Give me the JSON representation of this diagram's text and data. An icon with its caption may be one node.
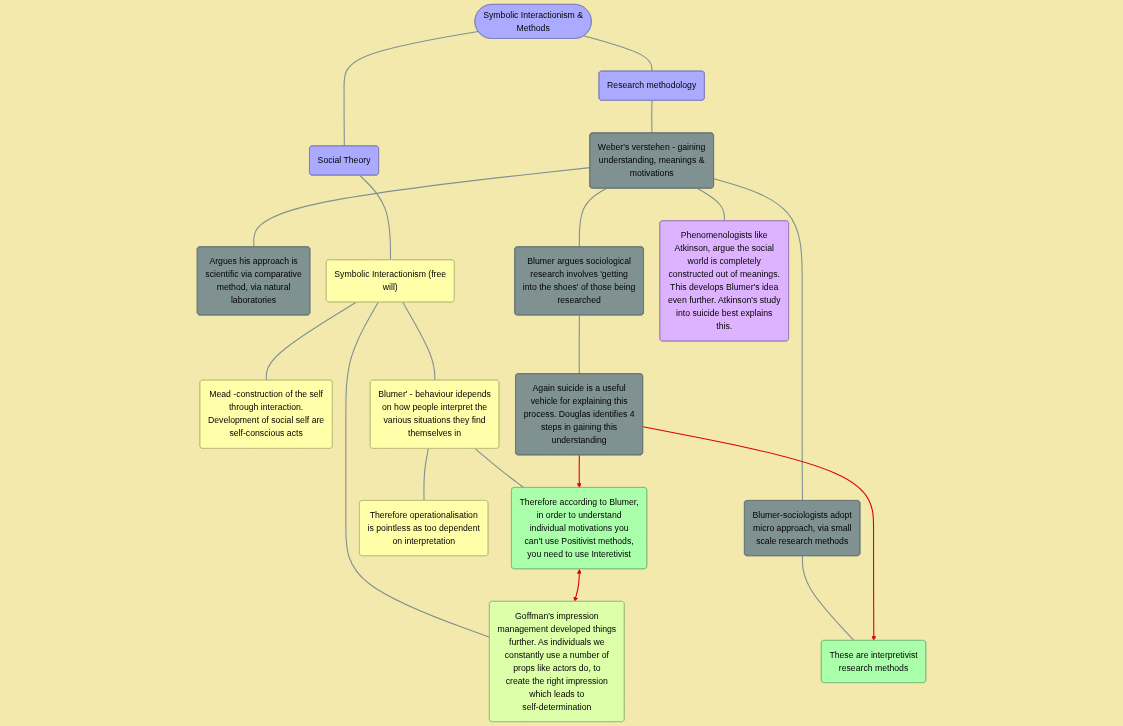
{
  "diagram": {
    "nodes": [
      {
        "text": [
          "Symbolic Interactionism & Methods"
        ]
      },
      {
        "text": [
          "Social Theory"
        ]
      },
      {
        "text": [
          "Research methodology"
        ]
      },
      {
        "text": [
          "Weber's verstehen - gaining understanding, meanings & motivations"
        ]
      },
      {
        "text": [
          "Argues his approach is scientific via comparative method, via natural laboratories"
        ]
      },
      {
        "text": [
          "Symbolic Interactionism (free will)"
        ]
      },
      {
        "text": [
          "Mead -construction of the self through interaction. Development of social self are self-conscious acts"
        ]
      },
      {
        "text": [
          "These are interpretivist research methods"
        ]
      },
      {
        "text": [
          "Blumer-sociologists adopt micro approach, via small scale research methods"
        ]
      },
      {
        "text": [
          "Therefore operationalisation is pointless as too dependent on interpretation"
        ]
      },
      {
        "text": [
          "Blumer argues sociological research involves 'getting into the shoes' of those being researched"
        ]
      },
      {
        "text": [
          "Blumer' - behaviour idepends on how people interpret the various situations they find themselves in"
        ]
      },
      {
        "text": [
          "Again suicide is a useful vehicle for explaining this process. Douglas identifies 4 steps in gaining this understanding"
        ]
      },
      {
        "text": [
          "Therefore according to Blumer, in order to understand individual motivations you can't use Positivist methods, you need to use Interetivist"
        ]
      },
      {
        "text": [
          "Goffman's impression management developed things further. As individuals we constantly use a number of props like actors do, to create the right impression which leads to self-determination"
        ]
      },
      {
        "text": [
          "Phenomenologists like Atkinson, argue the social world is completely constructed out of meanings. This develops Blumer's idea even further. Atkinson's study into suicide best explains this."
        ]
      }
    ],
    "edges": [
      {
        "from": 0,
        "to": 1,
        "arrow": "none"
      },
      {
        "from": 0,
        "to": 2,
        "arrow": "none"
      },
      {
        "from": 1,
        "to": 5,
        "arrow": "none"
      },
      {
        "from": 5,
        "to": 6,
        "arrow": "none"
      },
      {
        "from": 5,
        "to": 11,
        "arrow": "none"
      },
      {
        "from": 5,
        "to": 14,
        "arrow": "none"
      },
      {
        "from": 11,
        "to": 9,
        "arrow": "none"
      },
      {
        "from": 11,
        "to": 13,
        "arrow": "none"
      },
      {
        "from": 2,
        "to": 3,
        "arrow": "none"
      },
      {
        "from": 3,
        "to": 4,
        "arrow": "none"
      },
      {
        "from": 3,
        "to": 8,
        "arrow": "none"
      },
      {
        "from": 3,
        "to": 10,
        "arrow": "none"
      },
      {
        "from": 3,
        "to": 15,
        "arrow": "none"
      },
      {
        "from": 8,
        "to": 7,
        "arrow": "none"
      },
      {
        "from": 10,
        "to": 12,
        "arrow": "none"
      },
      {
        "from": 12,
        "to": 7,
        "arrow": "to",
        "color": "#dd0000"
      },
      {
        "from": 12,
        "to": 13,
        "arrow": "to",
        "color": "#dd0000"
      },
      {
        "from": 13,
        "to": 14,
        "arrow": "both",
        "color": "#dd0000"
      }
    ]
  }
}
